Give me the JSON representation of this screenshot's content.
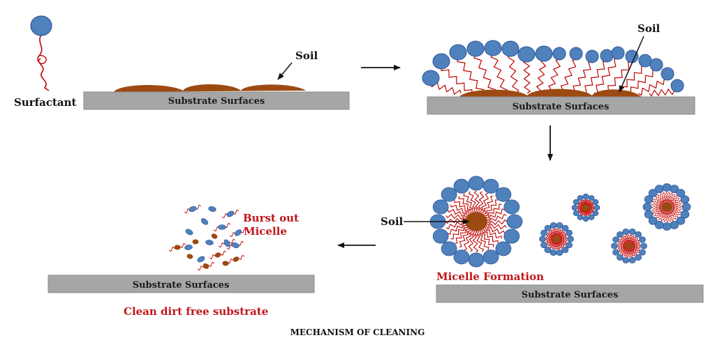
{
  "labels": {
    "surfactant": "Surfactant",
    "soil_1": "Soil",
    "soil_2": "Soil",
    "soil_3": "Soil",
    "burst_line1": "Burst out",
    "burst_line2": "Micelle",
    "micelle_formation": "Micelle Formation",
    "clean": "Clean dirt free substrate",
    "caption": "MECHANISM OF CLEANING"
  },
  "substrates": [
    {
      "label": "Substrate Surfaces"
    },
    {
      "label": "Substrate Surfaces"
    },
    {
      "label": "Substrate Surfaces"
    },
    {
      "label": "Substrate Surfaces"
    }
  ],
  "colors": {
    "head": "#4f81bd",
    "head_stroke": "#2f5597",
    "tail": "#c00000",
    "soil": "#9c4a12",
    "substrate": "#a6a6a6",
    "red_text": "#c0161b"
  }
}
